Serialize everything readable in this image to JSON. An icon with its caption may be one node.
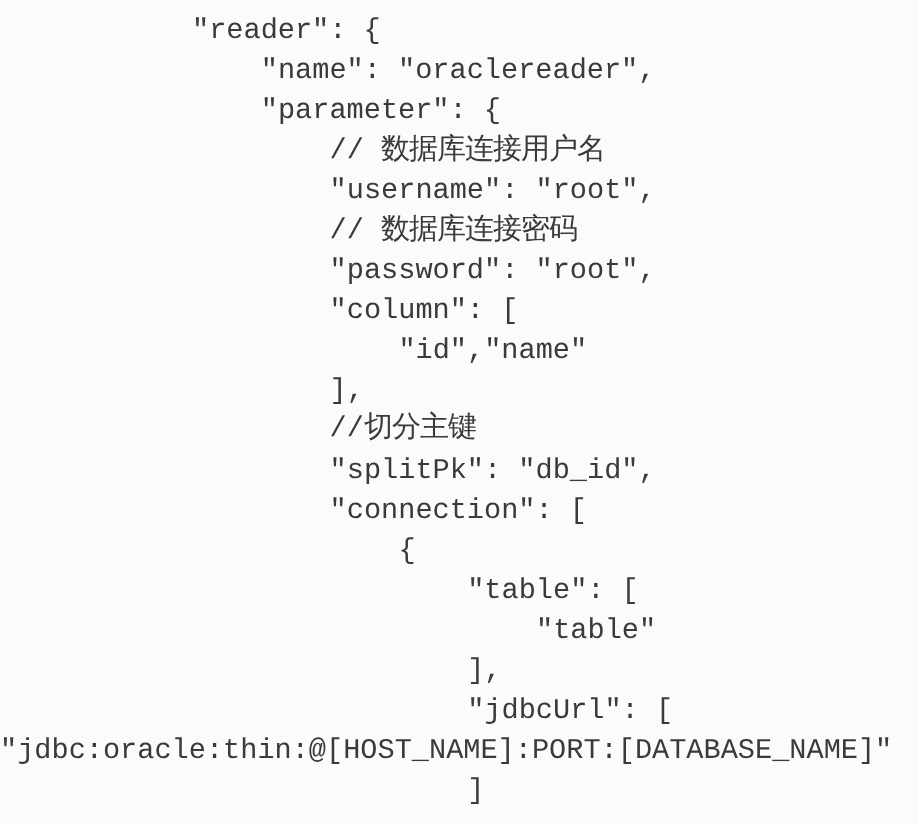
{
  "diagram": {
    "labels": [
      "\"reader\": {",
      "\"name\": \"oraclereader\",",
      "\"parameter\": {",
      "// 数据库连接用户名",
      "\"username\": \"root\",",
      "// 数据库连接密码",
      "\"password\": \"root\",",
      "\"column\": [",
      "\"id\",\"name\"",
      "],",
      "//切分主键",
      "\"splitPk\": \"db_id\",",
      "\"connection\": [",
      "{",
      "\"table\": [",
      "\"table\"",
      "],",
      "\"jdbcUrl\": [",
      "\"jdbc:oracle:thin:@[HOST_NAME]:PORT:[DATABASE_NAME]\"",
      "]"
    ]
  }
}
